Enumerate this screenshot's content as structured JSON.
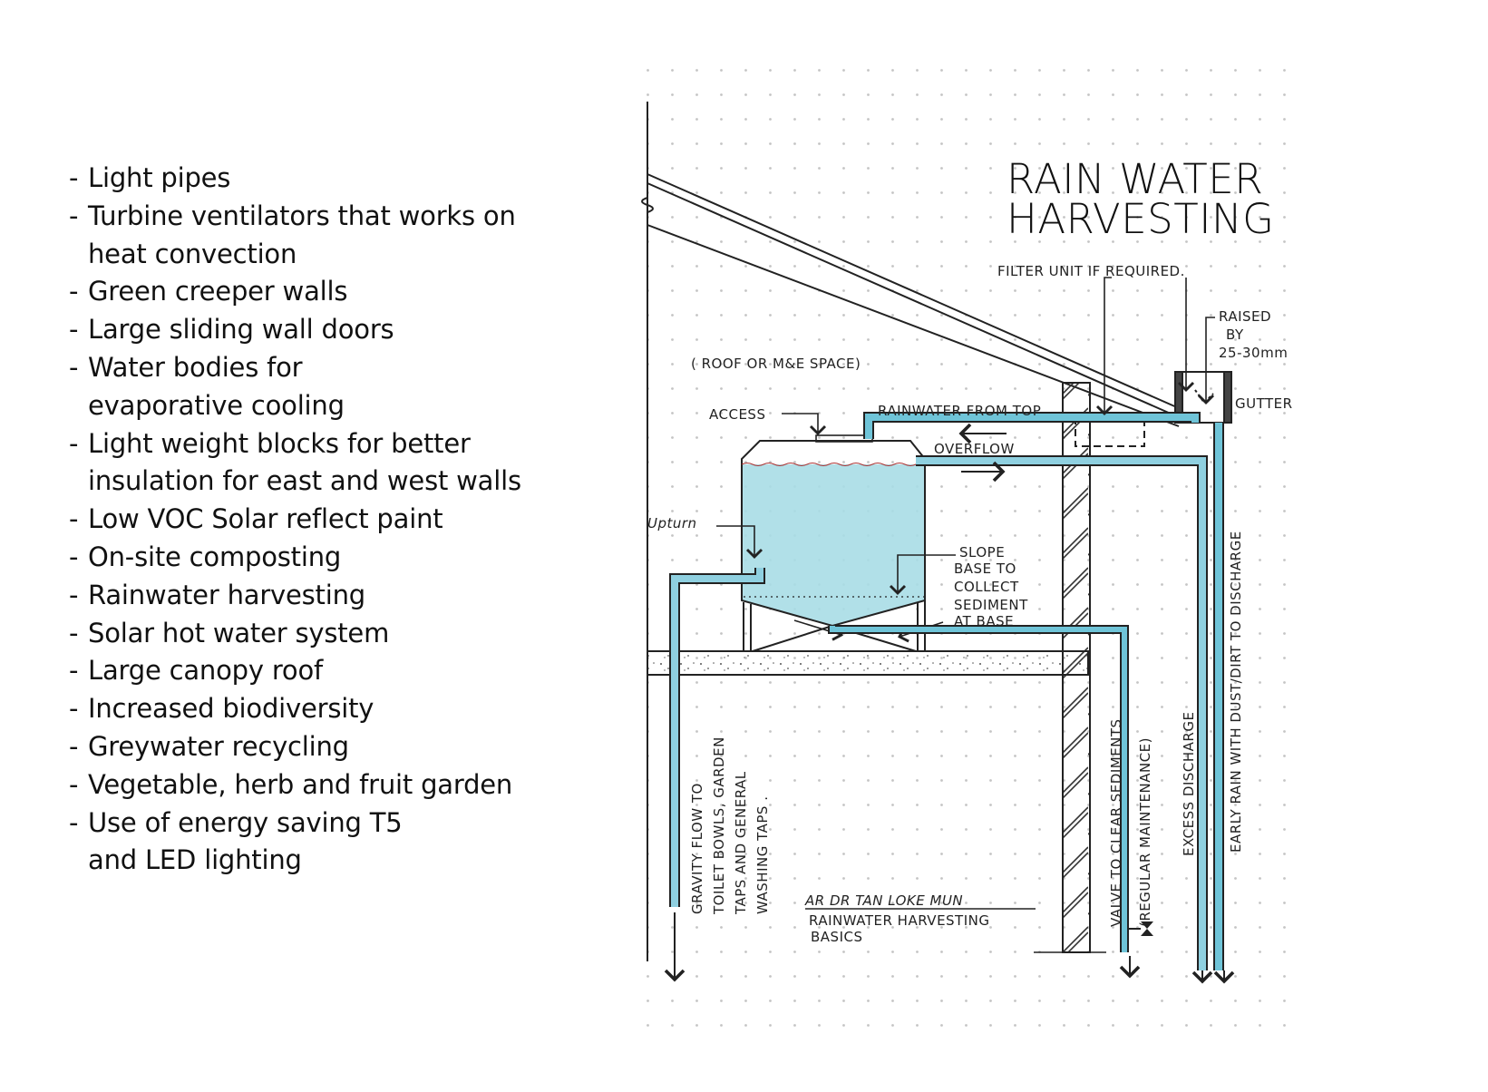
{
  "features_list": {
    "items": [
      {
        "text": "Light pipes"
      },
      {
        "text": "Turbine ventilators that works on\nheat convection"
      },
      {
        "text": "Green creeper walls"
      },
      {
        "text": "Large sliding wall doors"
      },
      {
        "text": "Water bodies for\nevaporative cooling"
      },
      {
        "text": "Light weight blocks for better\ninsulation for east and west walls"
      },
      {
        "text": "Low VOC Solar reflect paint"
      },
      {
        "text": "On-site composting"
      },
      {
        "text": "Rainwater harvesting"
      },
      {
        "text": "Solar hot water system"
      },
      {
        "text": "Large canopy roof"
      },
      {
        "text": "Increased biodiversity"
      },
      {
        "text": "Greywater recycling"
      },
      {
        "text": "Vegetable, herb and fruit garden"
      },
      {
        "text": "Use of energy saving T5\nand LED lighting"
      }
    ],
    "bullet": "-"
  },
  "diagram": {
    "title_line1": "RAIN WATER",
    "title_line2": "HARVESTING",
    "labels": {
      "filter_unit": "FILTER UNIT IF REQUIRED.",
      "raised_line1": "RAISED",
      "raised_line2": "BY",
      "raised_line3": "25-30mm",
      "gutter": "GUTTER",
      "space": "( ROOF OR M&E SPACE)",
      "access": "ACCESS",
      "rainwater_from_top": "RAINWATER FROM TOP",
      "overflow": "OVERFLOW",
      "upturn": "Upturn",
      "slope_line1": "SLOPE",
      "slope_line2": "BASE TO",
      "slope_line3": "COLLECT",
      "slope_line4": "SEDIMENT",
      "slope_line5": "AT BASE",
      "gravity_line1": "GRAVITY FLOW TO",
      "gravity_line2": "TOILET BOWLS, GARDEN",
      "gravity_line3": "TAPS AND GENERAL",
      "gravity_line4": "WASHING TAPS .",
      "valve_line1": "VALVE TO CLEAR SEDIMENTS",
      "valve_line2": "(REGULAR MAINTENANCE)",
      "excess": "EXCESS DISCHARGE",
      "early_rain": "EARLY RAIN WITH DUST/DIRT TO DISCHARGE",
      "credit_line1": "AR DR TAN LOKE MUN",
      "credit_line2": "RAINWATER HARVESTING",
      "credit_line3": "BASICS"
    },
    "colors": {
      "water": "#a9dde6",
      "pipe": "#6fc4d8",
      "ink": "#222222",
      "grid_dot": "#bdbdbd"
    }
  }
}
